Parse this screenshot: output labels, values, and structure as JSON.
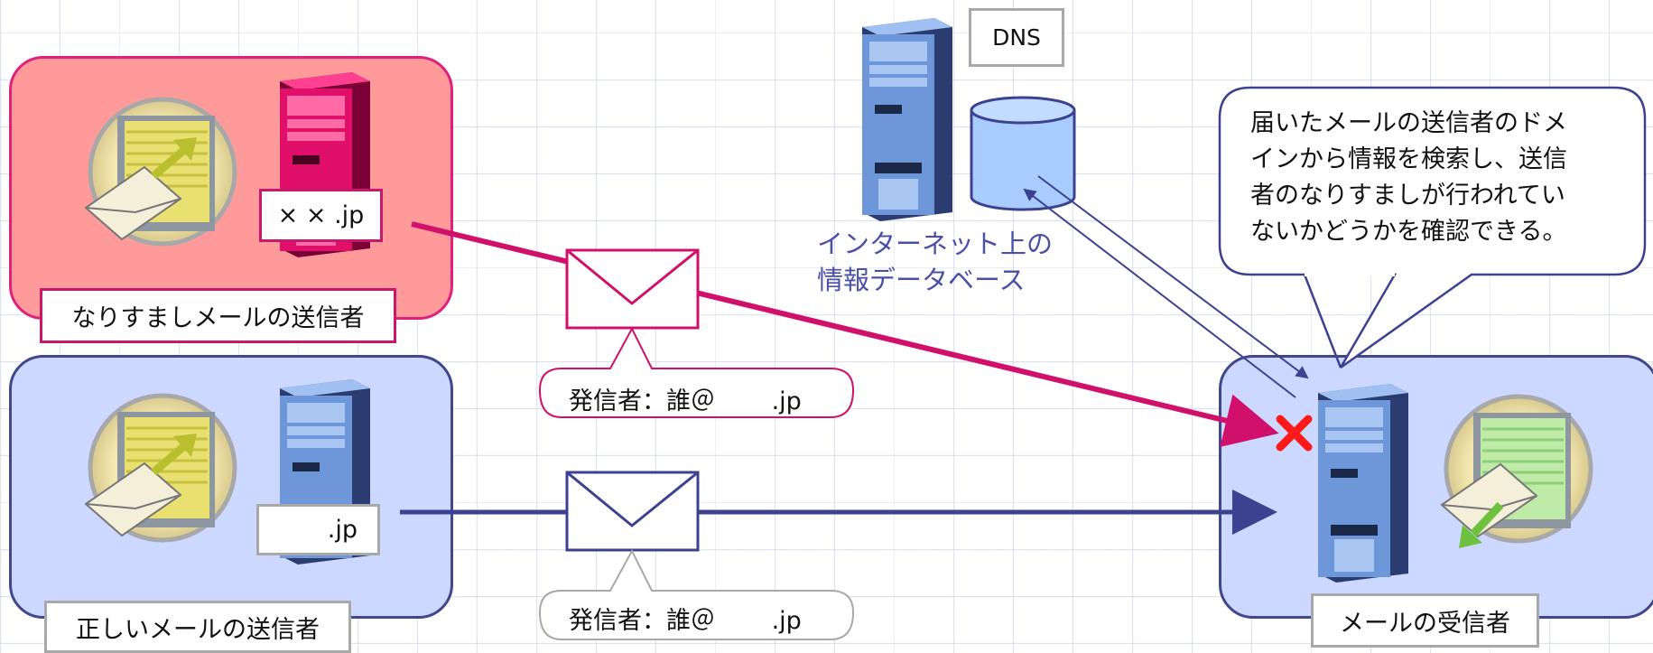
{
  "spoof_sender": {
    "label": "なりすましメールの送信者",
    "domain": "× × .jp"
  },
  "legit_sender": {
    "label": "正しいメールの送信者",
    "domain": ".jp"
  },
  "receiver": {
    "label": "メールの受信者"
  },
  "dns": {
    "label": "DNS",
    "db_label_line1": "インターネット上の",
    "db_label_line2": "情報データベース"
  },
  "envelope_spoof": {
    "callout": "発信者：誰＠　　 .jp"
  },
  "envelope_legit": {
    "callout": "発信者：誰＠　　 .jp"
  },
  "bubble": {
    "line1": "届いたメールの送信者のドメ",
    "line2": "インから情報を検索し、送信",
    "line3": "者のなりすましが行われてい",
    "line4": "ないかどうかを確認できる。"
  },
  "colors": {
    "spoof": "#d0106a",
    "legit": "#3c4290",
    "reject": "#ff1a1a",
    "db": "#a9ccff"
  }
}
